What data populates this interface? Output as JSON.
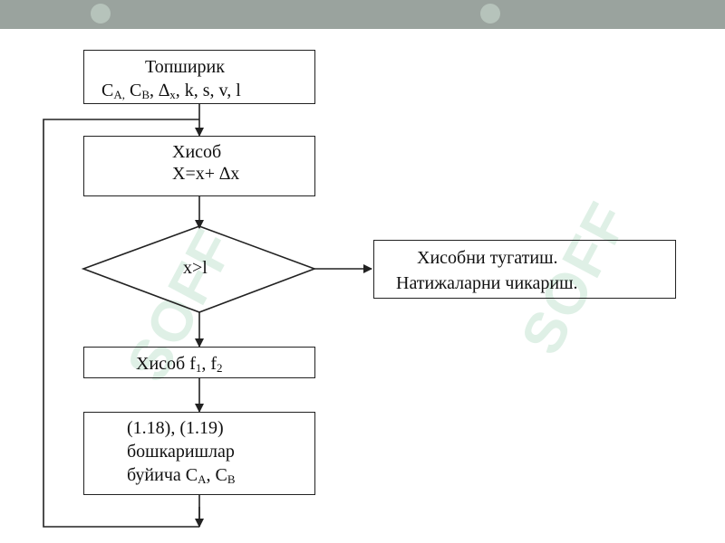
{
  "watermark": {
    "text": "SOFF"
  },
  "flowchart": {
    "task": {
      "title": "Топширик",
      "line_ca": "C",
      "sub_a": "A,",
      "line_cb": " C",
      "sub_b": "B",
      "line_dx": ", ∆",
      "sub_x": "x",
      "line_rest": ", k, s, v, l"
    },
    "calc1": {
      "title": "Хисоб",
      "formula": "X=x+ ∆x"
    },
    "decision": {
      "condition": "x>l"
    },
    "finish": {
      "line1": "Хисобни тугатиш.",
      "line2": "Натижаларни чикариш."
    },
    "calc2": {
      "label": "Хисоб f",
      "sub1": "1",
      "sep": ", f",
      "sub2": "2"
    },
    "control": {
      "line1": "(1.18), (1.19)",
      "line2": "бошкаришлар",
      "line3_pre": "буйича  C",
      "sub_a": "A",
      "line3_mid": ", C",
      "sub_b": "B"
    }
  }
}
